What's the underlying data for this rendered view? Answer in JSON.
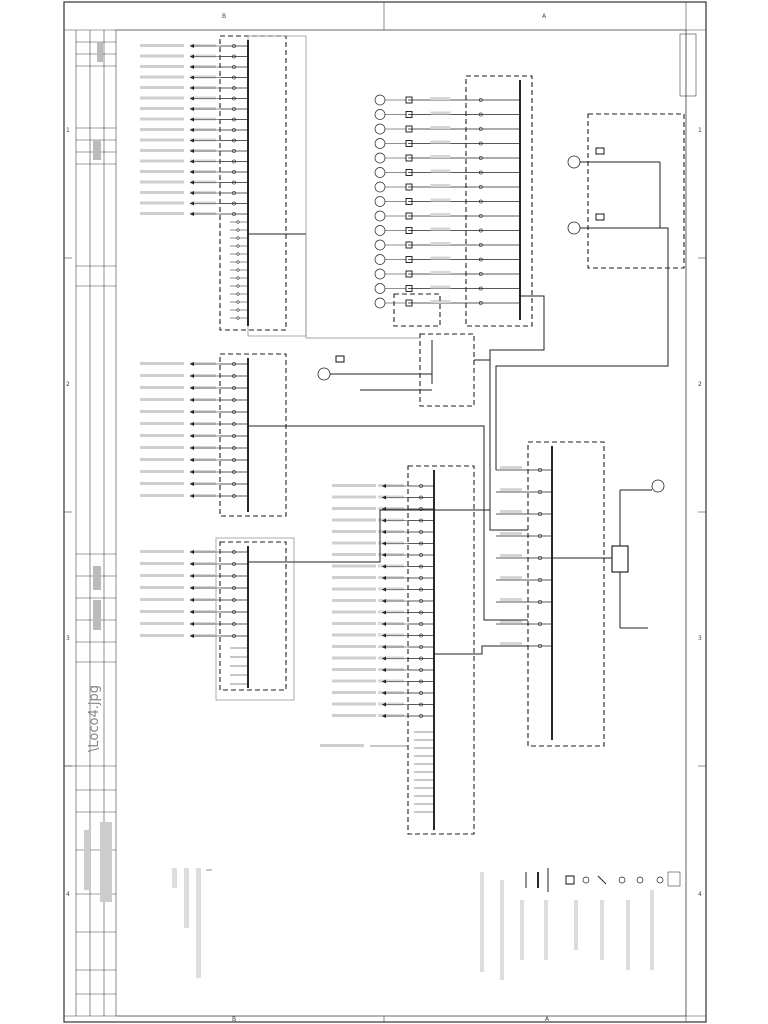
{
  "filename_label": "\\Loco4.jpg",
  "grid": {
    "top_letters": [
      "B",
      "A"
    ],
    "bottom_letters": [
      "B",
      "A"
    ],
    "side_numbers": [
      "1",
      "2",
      "3",
      "4"
    ]
  }
}
